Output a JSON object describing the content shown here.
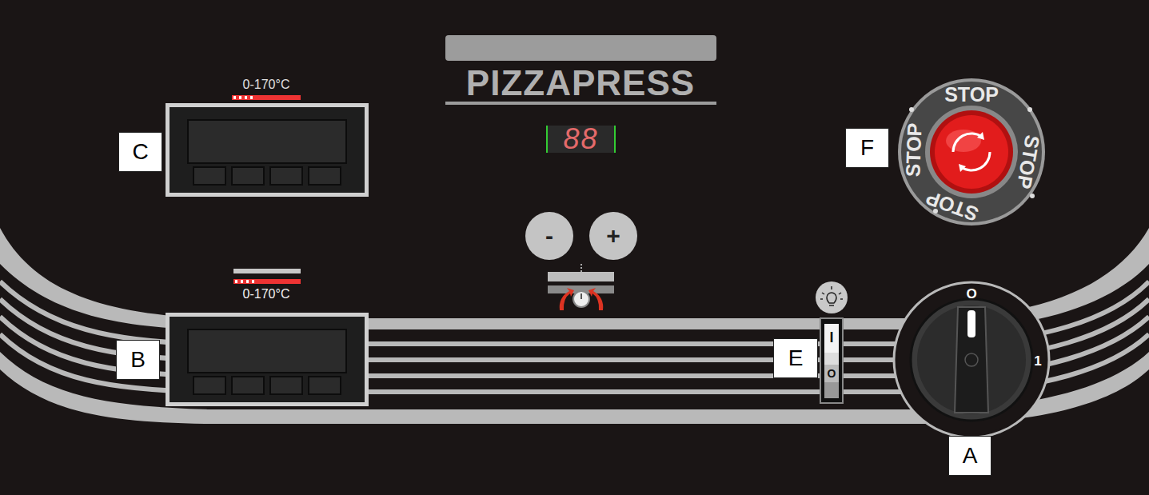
{
  "diagram": {
    "nodes": [
      {
        "text": [
          "C"
        ]
      },
      {
        "text": [
          "88"
        ]
      },
      {
        "text": [
          "F"
        ]
      },
      {
        "text": [
          "-"
        ]
      },
      {
        "text": [
          "+"
        ]
      },
      {
        "text": [
          "B"
        ]
      },
      {
        "text": [
          "E"
        ]
      },
      {
        "text": [
          "A"
        ]
      }
    ],
    "labels": [
      "0-170°C",
      "PIZZAPRESS",
      "STOP",
      "STOP",
      "STOP",
      "STOP",
      "0-170°C",
      "O",
      "I",
      "O",
      "1"
    ]
  }
}
